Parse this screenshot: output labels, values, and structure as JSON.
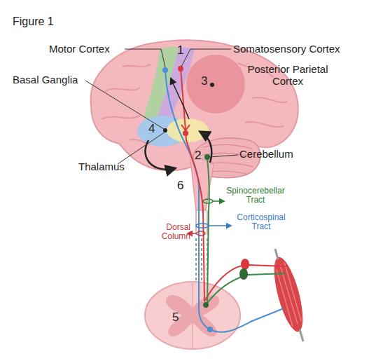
{
  "diagram": {
    "title": "Figure 1",
    "labels": [
      "Motor Cortex",
      "1",
      "Somatosensory Cortex",
      "Basal Ganglia",
      "3",
      "Posterior Parietal Cortex",
      "4",
      "2",
      "Cerebellum",
      "Thalamus",
      "6",
      "Spinocerebellar Tract",
      "Corticospinal Tract",
      "Dorsal Column",
      "5"
    ]
  }
}
